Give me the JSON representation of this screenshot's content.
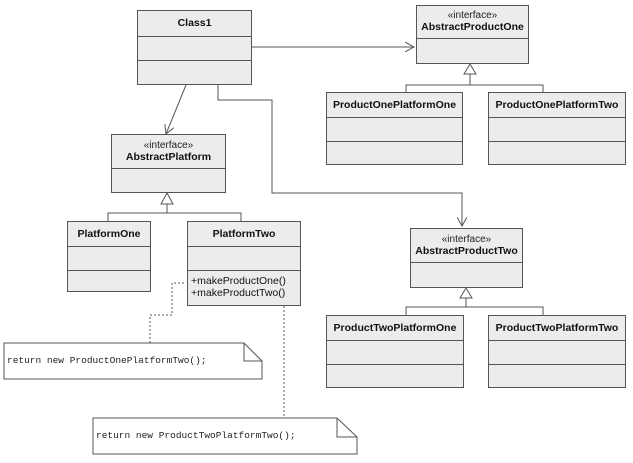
{
  "classes": {
    "class1": {
      "name": "Class1"
    },
    "abstract_product_one": {
      "stereotype": "«interface»",
      "name": "AbstractProductOne"
    },
    "product_one_platform_one": {
      "name": "ProductOnePlatformOne"
    },
    "product_one_platform_two": {
      "name": "ProductOnePlatformTwo"
    },
    "abstract_platform": {
      "stereotype": "«interface»",
      "name": "AbstractPlatform"
    },
    "platform_one": {
      "name": "PlatformOne"
    },
    "platform_two": {
      "name": "PlatformTwo",
      "operations": [
        "+makeProductOne()",
        "+makeProductTwo()"
      ]
    },
    "abstract_product_two": {
      "stereotype": "«interface»",
      "name": "AbstractProductTwo"
    },
    "product_two_platform_one": {
      "name": "ProductTwoPlatformOne"
    },
    "product_two_platform_two": {
      "name": "ProductTwoPlatformTwo"
    }
  },
  "notes": {
    "note_one": "return new ProductOnePlatformTwo();",
    "note_two": "return new ProductTwoPlatformTwo();"
  },
  "colors": {
    "box_fill": "#ececec",
    "border": "#555555",
    "note_fill": "#ffffff"
  }
}
